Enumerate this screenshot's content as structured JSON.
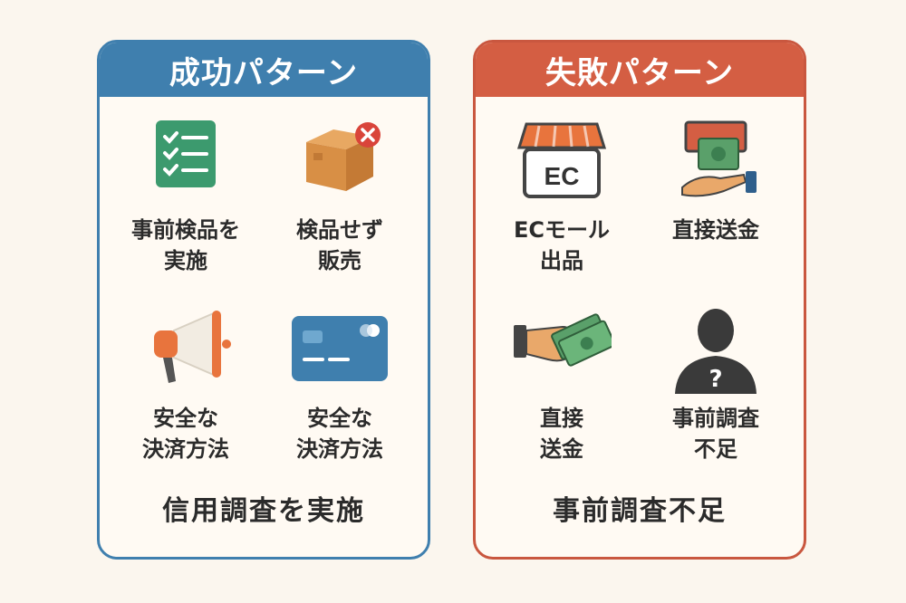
{
  "success": {
    "title": "成功パターン",
    "items": [
      {
        "label": "事前検品を\n実施",
        "icon": "checklist-icon"
      },
      {
        "label": "検品せず\n販売",
        "icon": "box-with-x-icon"
      },
      {
        "label": "安全な\n決済方法",
        "icon": "megaphone-icon"
      },
      {
        "label": "安全な\n決済方法",
        "icon": "credit-card-icon"
      }
    ],
    "footer": "信用調査を実施"
  },
  "failure": {
    "title": "失敗パターン",
    "items": [
      {
        "label": "ECモール\n出品",
        "icon": "ec-store-icon",
        "store_text": "EC"
      },
      {
        "label": "直接送金",
        "icon": "hand-money-icon"
      },
      {
        "label": "直接\n送金",
        "icon": "cash-handoff-icon"
      },
      {
        "label": "事前調査\n不足",
        "icon": "unknown-person-icon"
      }
    ],
    "footer": "事前調査不足"
  },
  "colors": {
    "success_accent": "#3f7fae",
    "failure_accent": "#d45e43",
    "background": "#fbf6ee"
  }
}
